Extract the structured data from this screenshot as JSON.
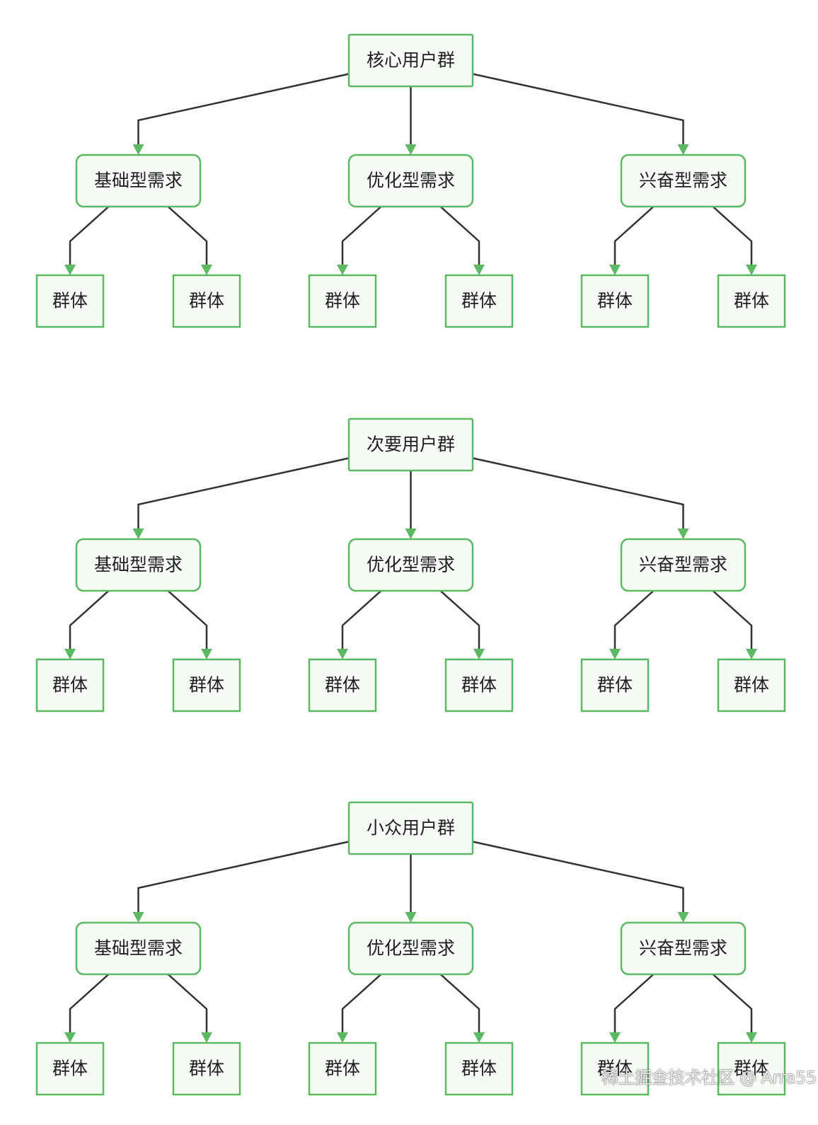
{
  "colors": {
    "node_border": "#5cb862",
    "node_fill": "#f6fbf5",
    "edge": "#333333",
    "arrowhead": "#5cb862",
    "text": "#1f1f1f"
  },
  "trees": [
    {
      "root": "核心用户群",
      "children": [
        {
          "label": "基础型需求",
          "children": [
            "群体",
            "群体"
          ]
        },
        {
          "label": "优化型需求",
          "children": [
            "群体",
            "群体"
          ]
        },
        {
          "label": "兴奋型需求",
          "children": [
            "群体",
            "群体"
          ]
        }
      ]
    },
    {
      "root": "次要用户群",
      "children": [
        {
          "label": "基础型需求",
          "children": [
            "群体",
            "群体"
          ]
        },
        {
          "label": "优化型需求",
          "children": [
            "群体",
            "群体"
          ]
        },
        {
          "label": "兴奋型需求",
          "children": [
            "群体",
            "群体"
          ]
        }
      ]
    },
    {
      "root": "小众用户群",
      "children": [
        {
          "label": "基础型需求",
          "children": [
            "群体",
            "群体"
          ]
        },
        {
          "label": "优化型需求",
          "children": [
            "群体",
            "群体"
          ]
        },
        {
          "label": "兴奋型需求",
          "children": [
            "群体",
            "群体"
          ]
        }
      ]
    }
  ],
  "watermark": "稀土掘金技术社区 @ Arra55"
}
